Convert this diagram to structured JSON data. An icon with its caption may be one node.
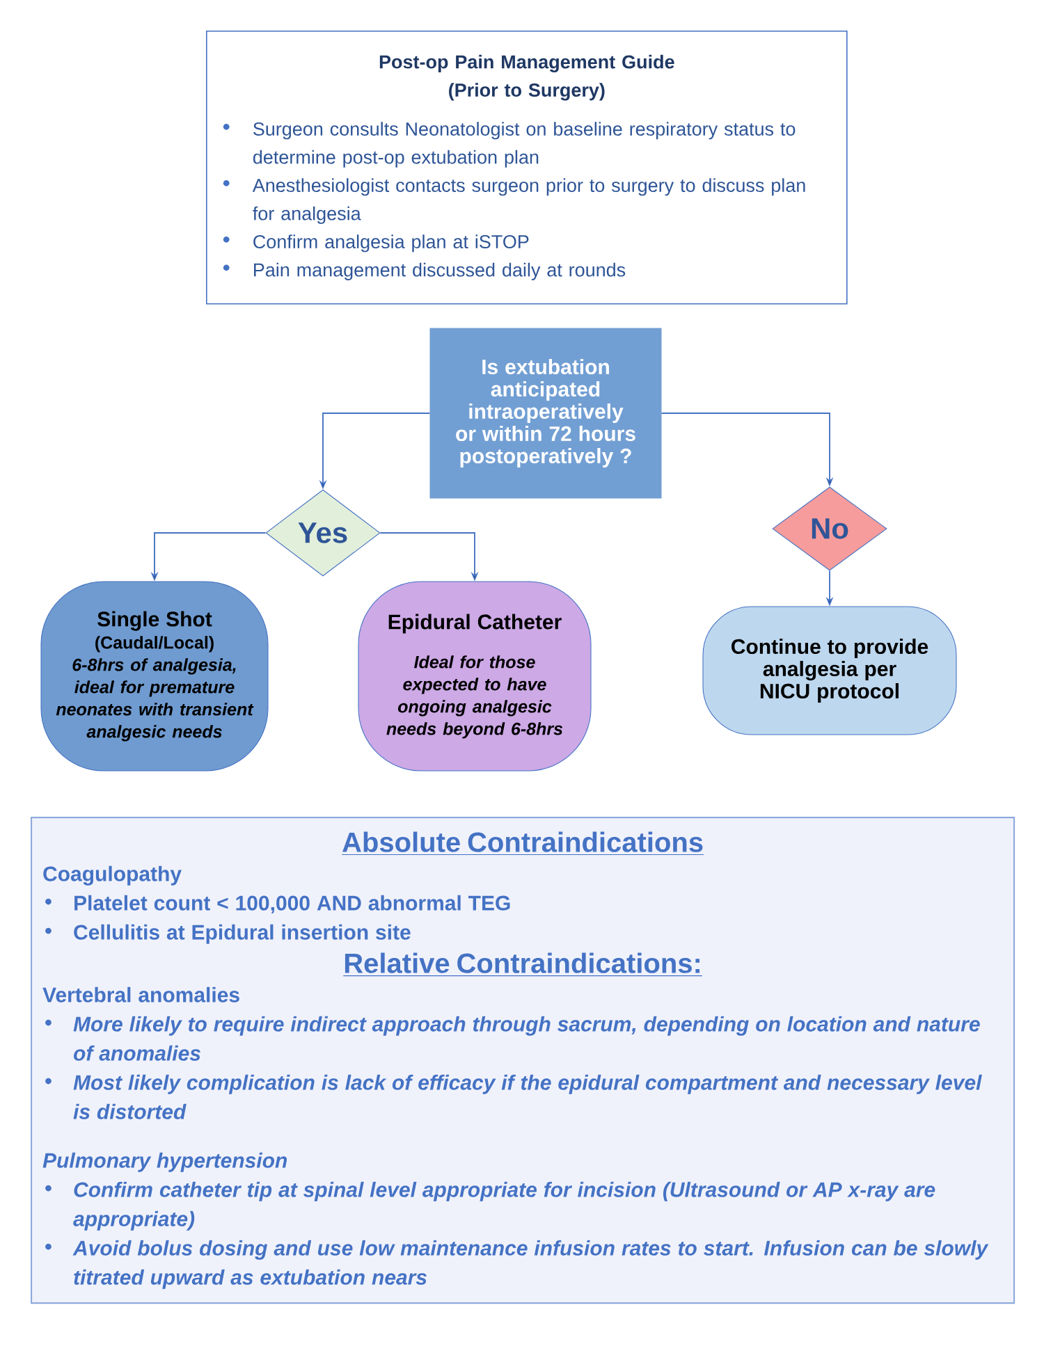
{
  "diagram": {
    "nodes": [
      {
        "text": [
          "Post-op Pain Management Guide (Prior to Surgery)",
          "Surgeon consults Neonatologist on baseline respiratory status to determine post-op extubation plan",
          "Anesthesiologist contacts surgeon prior to surgery to discuss plan for analgesia",
          "Confirm analgesia plan at iSTOP",
          "Pain management discussed daily at rounds"
        ]
      },
      {
        "text": [
          "Is extubation anticipated intraoperatively or within 72 hours postoperatively ?"
        ]
      },
      {
        "text": [
          "Yes"
        ]
      },
      {
        "text": [
          "No"
        ]
      },
      {
        "text": [
          "Single Shot",
          "(Caudal/Local)",
          "6-8hrs of analgesia, ideal for premature neonates with transient analgesic needs"
        ]
      },
      {
        "text": [
          "Epidural Catheter",
          "Ideal for those expected to have ongoing analgesic needs beyond 6-8hrs"
        ]
      },
      {
        "text": [
          "Continue to provide analgesia per NICU protocol"
        ]
      },
      {
        "text": [
          "Absolute Contraindications",
          "Coagulopathy",
          "Platelet count < 100,000 AND abnormal TEG",
          "Cellulitis at Epidural insertion site",
          "Relative Contraindications:",
          "Vertebral anomalies",
          "More likely to require indirect approach through sacrum, depending on location and nature of anomalies",
          "Most likely complication is lack of efficacy if the epidural compartment and necessary level is distorted",
          "Pulmonary hypertension",
          "Confirm catheter tip at spinal level appropriate for incision (Ultrasound or AP x-ray are appropriate)",
          "Avoid bolus dosing and use low maintenance infusion rates to start. Infusion can be slowly titrated upward as extubation nears"
        ]
      }
    ],
    "edges": [
      {
        "from": 1,
        "to": 2,
        "arrow": "to"
      },
      {
        "from": 1,
        "to": 3,
        "arrow": "to"
      },
      {
        "from": 2,
        "to": 4,
        "arrow": "to"
      },
      {
        "from": 2,
        "to": 5,
        "arrow": "to"
      },
      {
        "from": 3,
        "to": 6,
        "arrow": "to"
      }
    ]
  }
}
